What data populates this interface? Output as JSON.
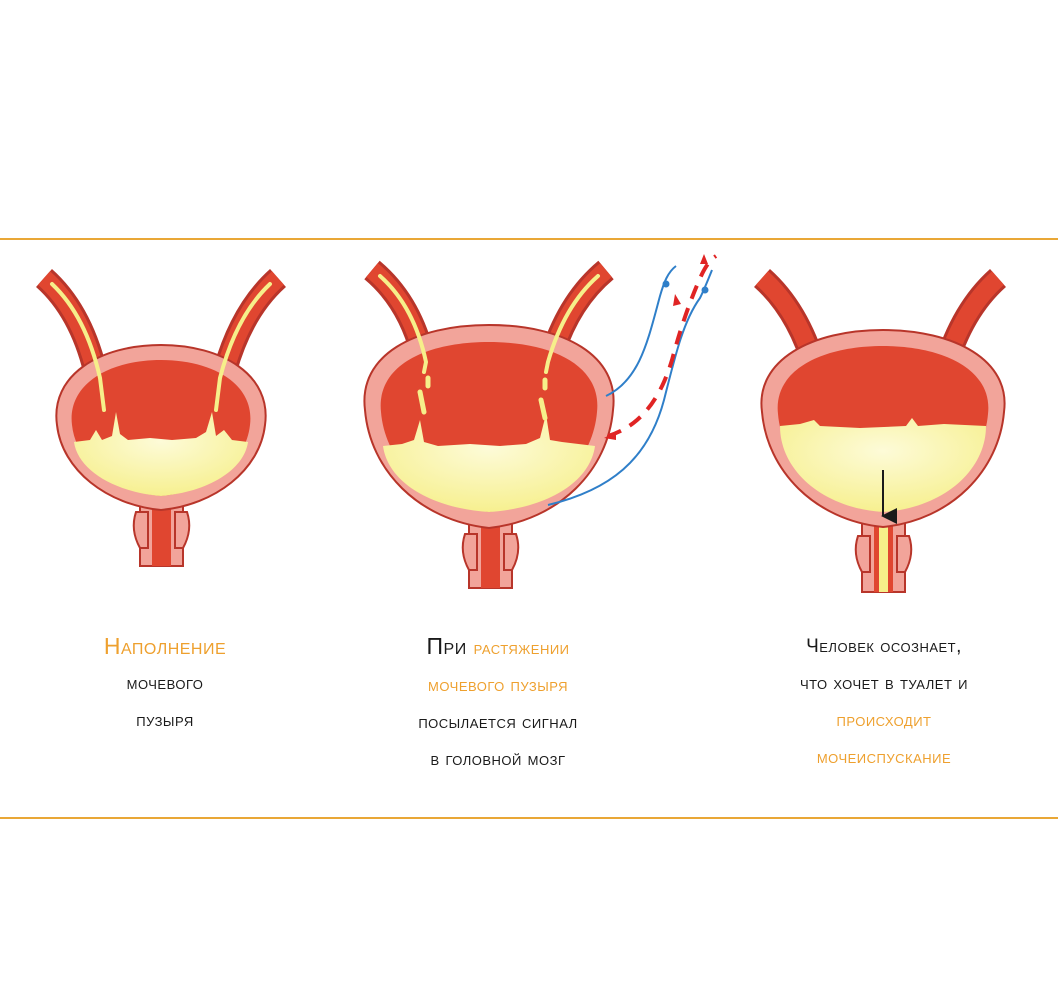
{
  "colors": {
    "frame_line": "#e9a736",
    "accent_text": "#eea02e",
    "body_text": "#1a1a1a",
    "muscle_fill": "#e04630",
    "wall_fill": "#f2a49a",
    "wall_outline": "#b8352a",
    "urine_fill": "#f6ef8a",
    "urine_glow": "#fdfbd8",
    "nerve_afferent": "#2f7fc9",
    "nerve_efferent": "#e02424",
    "arrow": "#1a1a1a"
  },
  "icons": {
    "panel_1": "bladder-filling-icon",
    "panel_2": "bladder-stretching-signal-icon",
    "panel_3": "bladder-emptying-icon"
  },
  "captions": {
    "panel_1": {
      "line1": "Наполнение",
      "line2": "мочевого",
      "line3": "пузыря"
    },
    "panel_2": {
      "line1_plain": "При ",
      "line1_accent": "растяжении",
      "line2": "мочевого пузыря",
      "line3": "посылается сигнал",
      "line4": "в головной мозг"
    },
    "panel_3": {
      "line1": "Человек осознает,",
      "line2": "что хочет в туалет и",
      "line3": "происходит",
      "line4": "мочеиспускание"
    }
  }
}
